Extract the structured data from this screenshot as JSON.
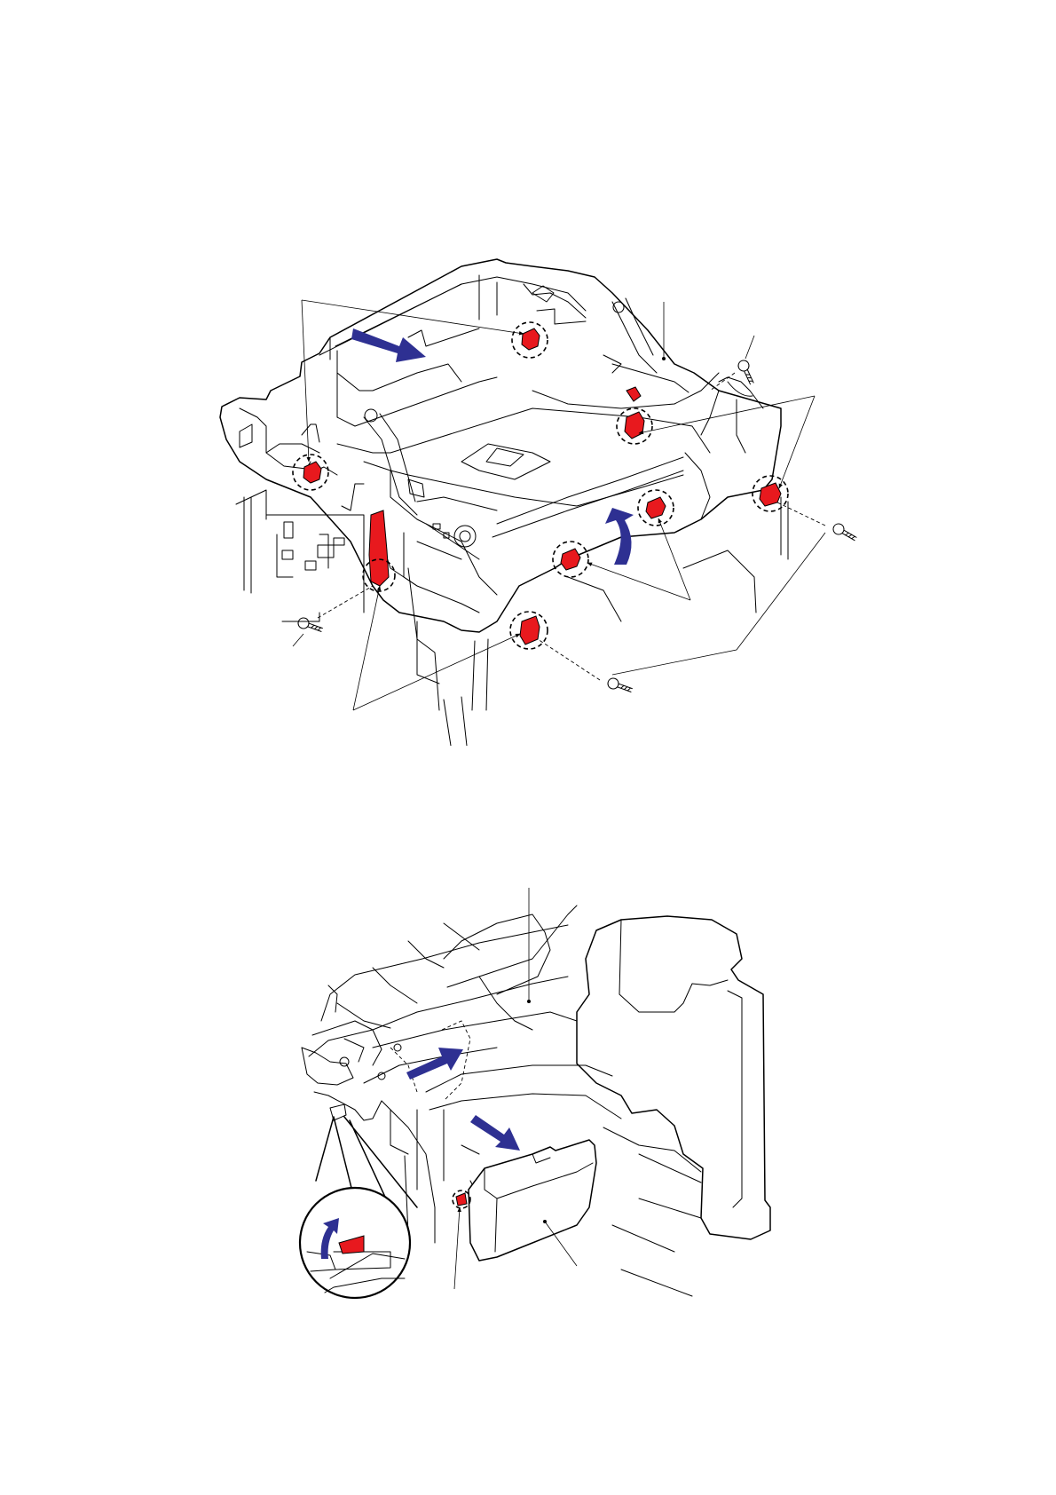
{
  "colors": {
    "line": "#000000",
    "highlight": "#e8191e",
    "arrow": "#2e3092",
    "background": "#ffffff"
  },
  "figures": [
    {
      "id": "top-figure",
      "subject": "printer-frame-assembly",
      "callouts": [
        "hook",
        "screw",
        "lever",
        "arrow"
      ]
    },
    {
      "id": "bottom-figure",
      "subject": "unit-removal-detail",
      "callouts": [
        "hook",
        "cover",
        "arrow",
        "magnified-detail"
      ]
    }
  ]
}
